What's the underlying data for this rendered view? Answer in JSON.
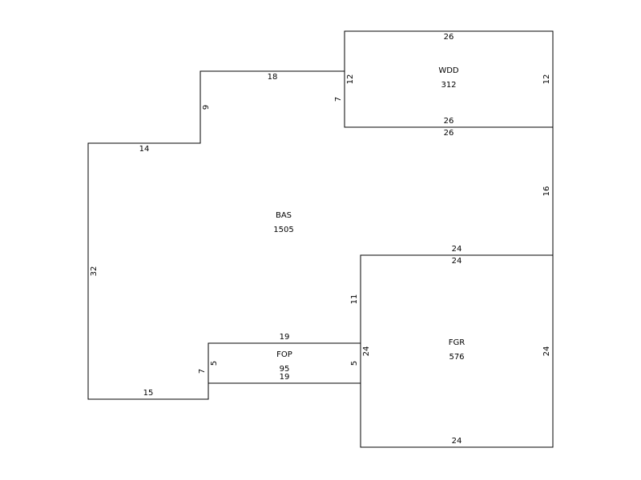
{
  "areas": {
    "bas": {
      "code": "BAS",
      "area": "1505"
    },
    "wdd": {
      "code": "WDD",
      "area": "312"
    },
    "fgr": {
      "code": "FGR",
      "area": "576"
    },
    "fop": {
      "code": "FOP",
      "area": "95"
    }
  },
  "dims": {
    "wdd_top": "26",
    "wdd_left": "12",
    "wdd_right": "12",
    "wdd_bottom": "26",
    "bas_top_right": "26",
    "bas_right": "16",
    "bas_bottom_right": "24",
    "bas_step_left": "11",
    "bas_top_mid": "18",
    "bas_step_up": "9",
    "bas_top_left": "14",
    "bas_left": "32",
    "bas_bottom_left": "15",
    "bas_step_down": "7",
    "bas_notch": "7",
    "fgr_top": "24",
    "fgr_left": "24",
    "fgr_right": "24",
    "fgr_bottom": "24",
    "fop_top": "19",
    "fop_bottom": "19",
    "fop_left": "5",
    "fop_right": "5"
  }
}
